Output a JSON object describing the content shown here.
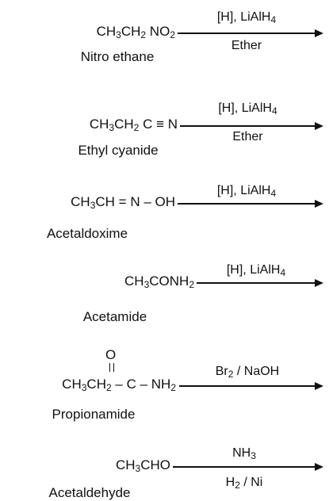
{
  "reactions": [
    {
      "formula": [
        {
          "t": "CH"
        },
        {
          "s": "3"
        },
        {
          "t": "CH"
        },
        {
          "s": "2"
        },
        {
          "t": " NO"
        },
        {
          "s": "2"
        }
      ],
      "name": "Nitro ethane",
      "above": [
        {
          "t": "[H], LiAlH"
        },
        {
          "s": "4"
        }
      ],
      "below": [
        {
          "t": "Ether"
        }
      ]
    },
    {
      "formula": [
        {
          "t": "CH"
        },
        {
          "s": "3"
        },
        {
          "t": "CH"
        },
        {
          "s": "2"
        },
        {
          "t": " C ≡ N"
        }
      ],
      "name": "Ethyl cyanide",
      "above": [
        {
          "t": "[H], LiAlH"
        },
        {
          "s": "4"
        }
      ],
      "below": [
        {
          "t": "Ether"
        }
      ]
    },
    {
      "formula": [
        {
          "t": "CH"
        },
        {
          "s": "3"
        },
        {
          "t": "CH = N – OH"
        }
      ],
      "name": "Acetaldoxime",
      "above": [
        {
          "t": "[H], LiAlH"
        },
        {
          "s": "4"
        }
      ],
      "below": []
    },
    {
      "formula": [
        {
          "t": "CH"
        },
        {
          "s": "3"
        },
        {
          "t": "CONH"
        },
        {
          "s": "2"
        }
      ],
      "name": "Acetamide",
      "above": [
        {
          "t": "[H], LiAlH"
        },
        {
          "s": "4"
        }
      ],
      "below": []
    },
    {
      "formula": [
        {
          "t": "CH"
        },
        {
          "s": "3"
        },
        {
          "t": "CH"
        },
        {
          "s": "2"
        },
        {
          "t": " – C – NH"
        },
        {
          "s": "2"
        }
      ],
      "carbonyl_atom": "O",
      "name": "Propionamide",
      "above": [
        {
          "t": "Br"
        },
        {
          "s": "2"
        },
        {
          "t": " / NaOH"
        }
      ],
      "below": []
    },
    {
      "formula": [
        {
          "t": "CH"
        },
        {
          "s": "3"
        },
        {
          "t": "CHO"
        }
      ],
      "name": "Acetaldehyde",
      "above": [
        {
          "t": "NH"
        },
        {
          "s": "3"
        }
      ],
      "below": [
        {
          "t": "H"
        },
        {
          "s": "2"
        },
        {
          "t": " / Ni"
        }
      ]
    }
  ]
}
